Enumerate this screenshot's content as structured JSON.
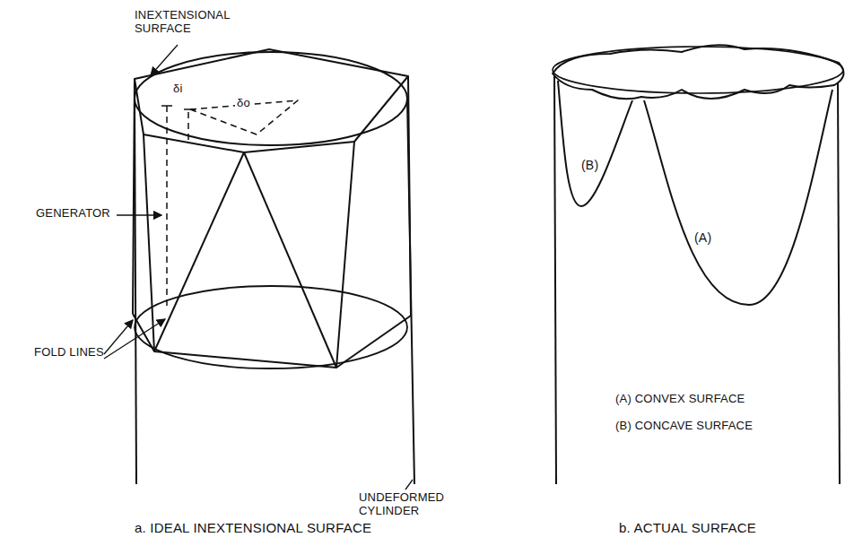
{
  "diagram": {
    "labels": [
      "INEXTENSIONAL SURFACE",
      "δi",
      "δo",
      "GENERATOR",
      "FOLD LINES",
      "UNDEFORMED CYLINDER",
      "(B)",
      "(A)",
      "(A) CONVEX SURFACE",
      "(B) CONCAVE SURFACE",
      "a. IDEAL INEXTENSIONAL SURFACE",
      "b. ACTUAL SURFACE"
    ]
  }
}
